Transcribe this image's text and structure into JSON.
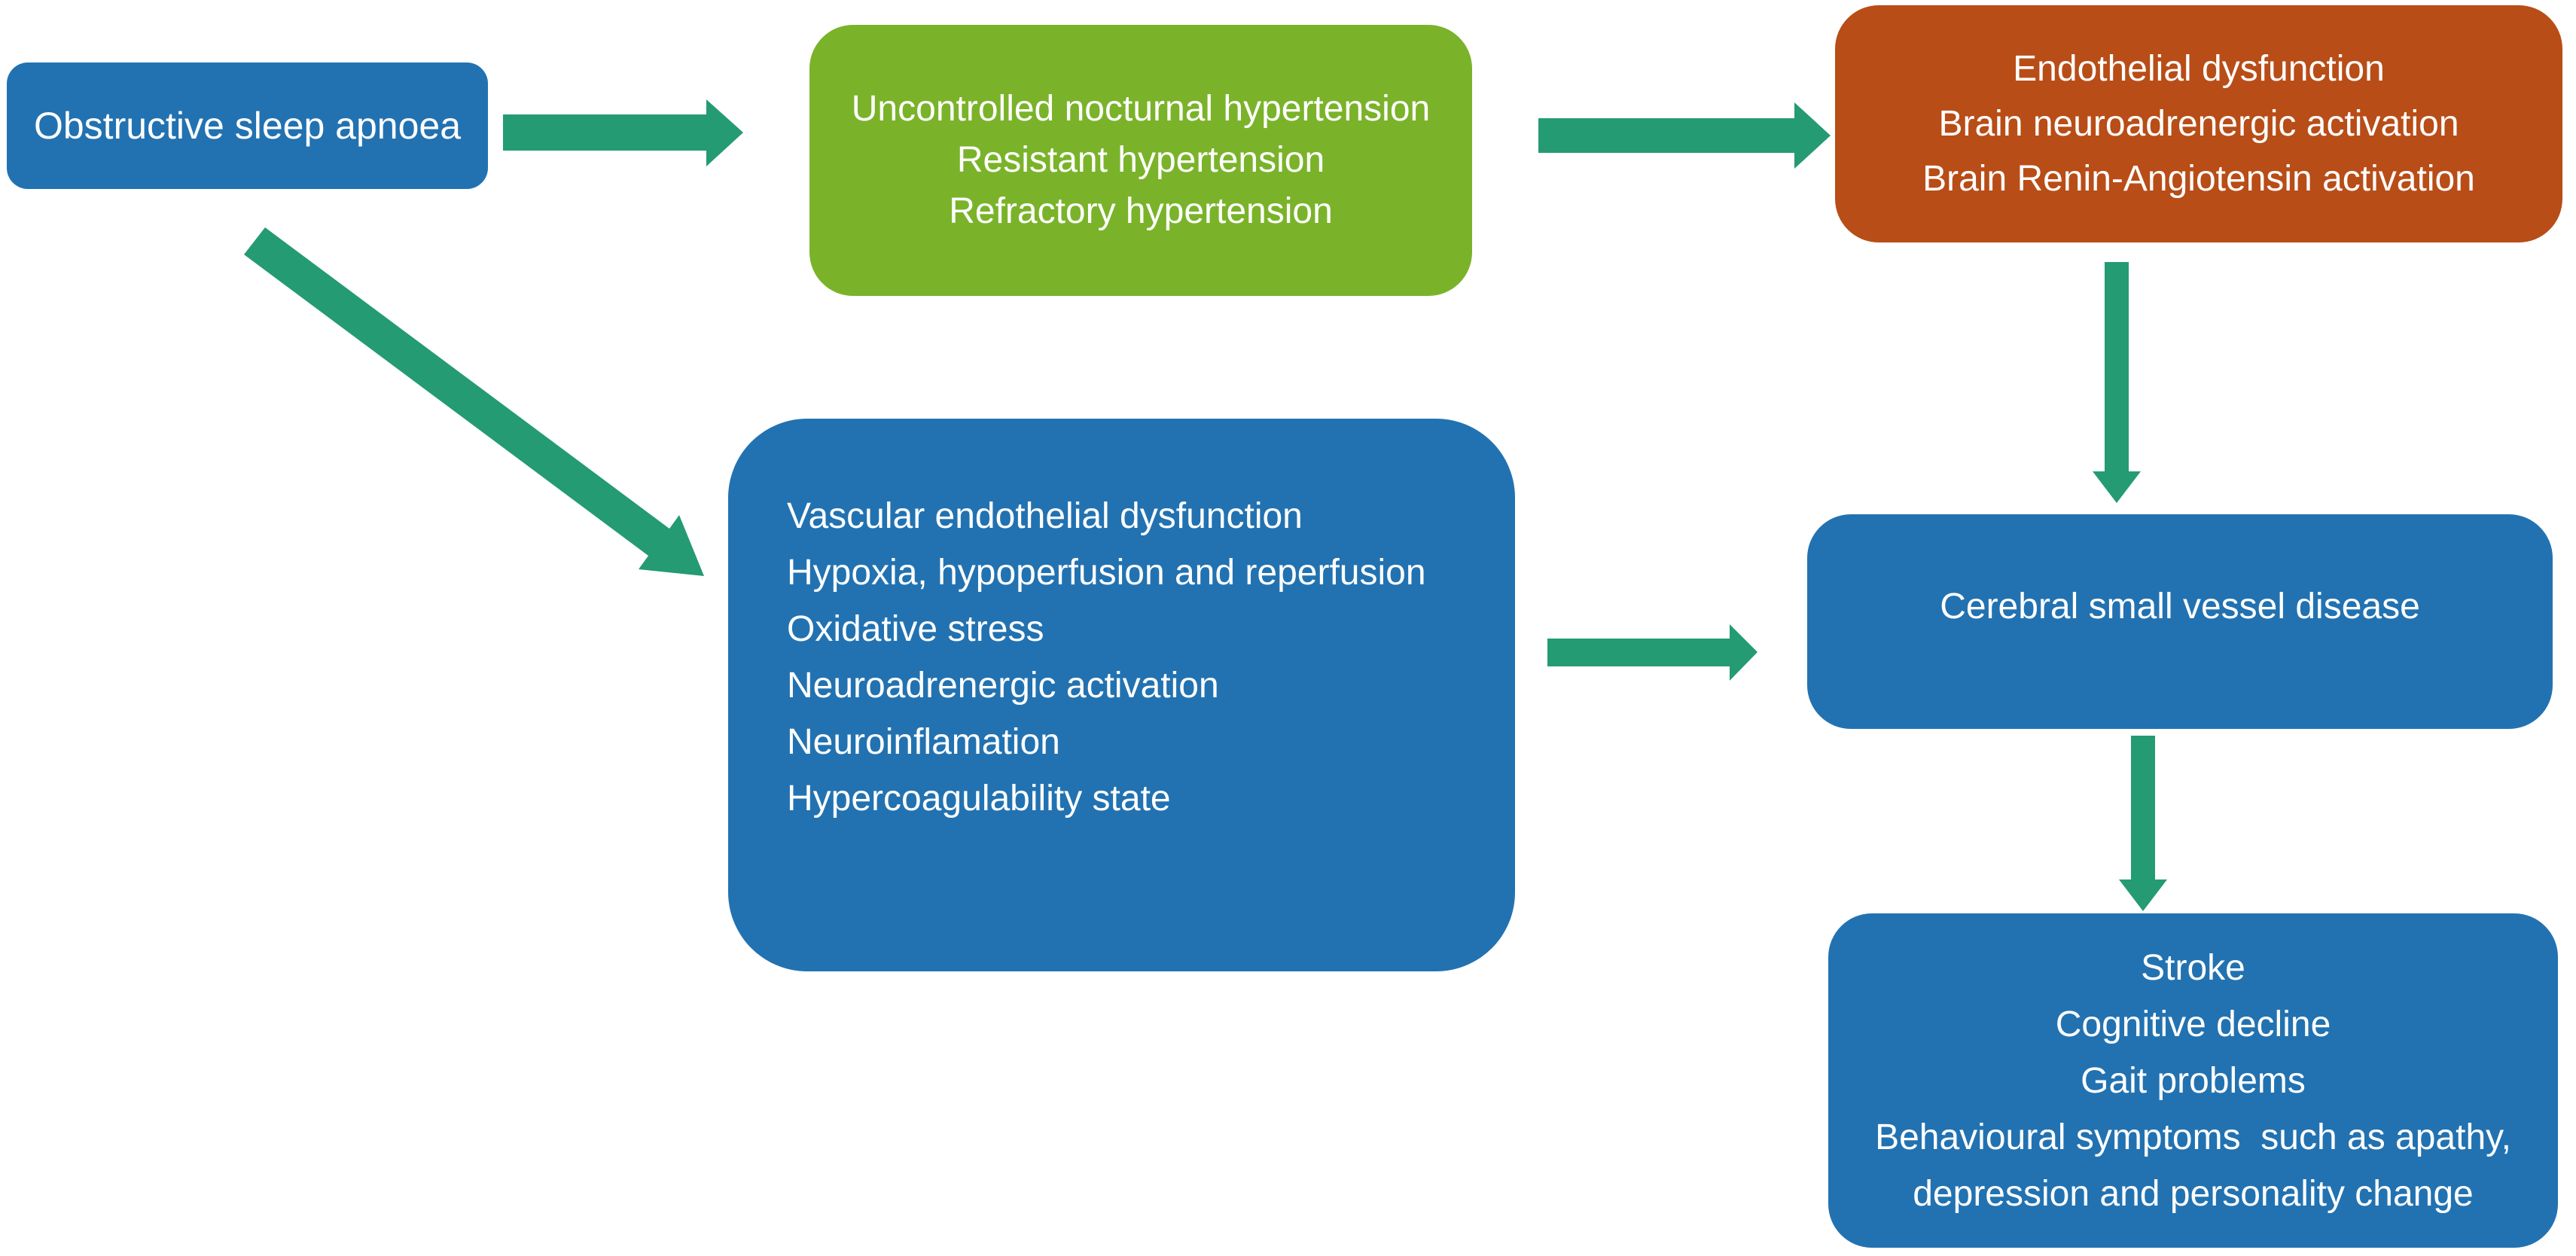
{
  "colors": {
    "canvas-bg": "#ffffff",
    "node-blue": "#2272b1",
    "node-green": "#7ab32a",
    "node-orange": "#b84d17",
    "arrow-teal": "#249b72",
    "node-text": "#ffffff"
  },
  "nodes": {
    "osa": {
      "fill": "node-blue",
      "lines": [
        "Obstructive sleep apnoea"
      ]
    },
    "hypertension": {
      "fill": "node-green",
      "lines": [
        "Uncontrolled nocturnal hypertension",
        "Resistant hypertension",
        "Refractory hypertension"
      ]
    },
    "brain_activation": {
      "fill": "node-orange",
      "lines": [
        "Endothelial dysfunction",
        "Brain neuroadrenergic activation",
        "Brain Renin-Angiotensin activation"
      ]
    },
    "mechanisms": {
      "fill": "node-blue",
      "lines": [
        "Vascular endothelial dysfunction",
        "Hypoxia, hypoperfusion and reperfusion",
        "Oxidative stress",
        "Neuroadrenergic activation",
        "Neuroinflamation",
        "Hypercoagulability state"
      ]
    },
    "csvd": {
      "fill": "node-blue",
      "lines": [
        "Cerebral small vessel disease"
      ]
    },
    "outcomes": {
      "fill": "node-blue",
      "lines": [
        "Stroke",
        "Cognitive decline",
        "Gait problems",
        "Behavioural symptoms  such as apathy,",
        "depression and personality change"
      ]
    }
  },
  "edges": [
    {
      "from": "osa",
      "to": "hypertension",
      "direction": "right"
    },
    {
      "from": "hypertension",
      "to": "brain_activation",
      "direction": "right"
    },
    {
      "from": "osa",
      "to": "mechanisms",
      "direction": "down-right"
    },
    {
      "from": "brain_activation",
      "to": "csvd",
      "direction": "down"
    },
    {
      "from": "mechanisms",
      "to": "csvd",
      "direction": "right"
    },
    {
      "from": "csvd",
      "to": "outcomes",
      "direction": "down"
    }
  ]
}
